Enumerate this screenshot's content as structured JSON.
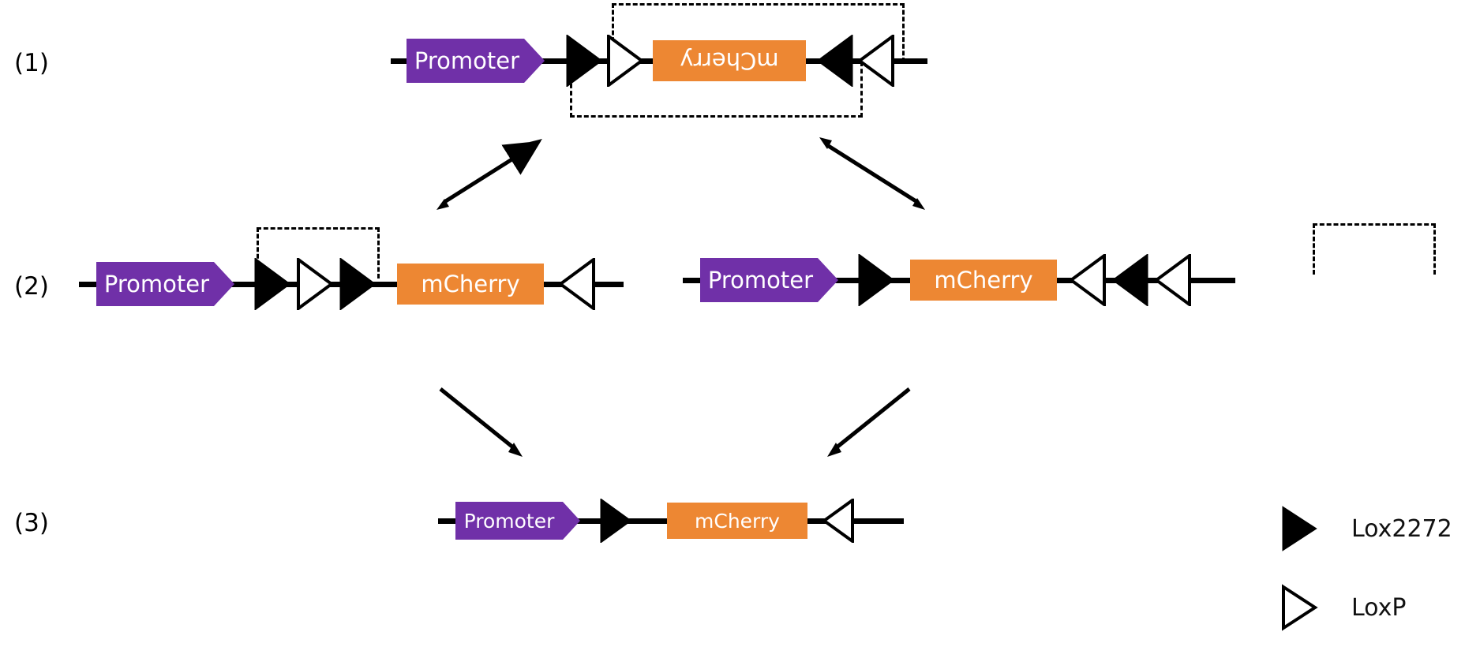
{
  "figure": {
    "type": "diagram",
    "subject": "Cre-Lox FLEx switch recombination scheme",
    "background_color": "#ffffff",
    "colors": {
      "promoter": "#7030A8",
      "gene": "#ED8733",
      "lox2272": "#000000",
      "loxp": "#ffffff",
      "line": "#000000",
      "text_on_block": "#ffffff",
      "text": "#111111"
    }
  },
  "rows": [
    {
      "id": "row1",
      "label": "(1)"
    },
    {
      "id": "row2",
      "label": "(2)"
    },
    {
      "id": "row3",
      "label": "(3)"
    }
  ],
  "constructs": {
    "row1": {
      "label": "(1)",
      "promoter_label": "Promoter",
      "gene_label": "mCherry",
      "gene_orientation": "inverted",
      "sites": [
        "Lox2272",
        "LoxP",
        "Lox2272",
        "LoxP"
      ],
      "site_orientations": [
        "right",
        "right",
        "left",
        "left"
      ],
      "bracket": "excision-region"
    },
    "row2_left": {
      "label": "(2)",
      "promoter_label": "Promoter",
      "gene_label": "mCherry",
      "gene_orientation": "forward",
      "sites": [
        "Lox2272",
        "LoxP",
        "Lox2272",
        "LoxP"
      ],
      "site_orientations": [
        "right",
        "right",
        "right",
        "left"
      ],
      "bracket": "excision-region"
    },
    "row2_right": {
      "label": "(2)",
      "promoter_label": "Promoter",
      "gene_label": "mCherry",
      "gene_orientation": "forward",
      "sites": [
        "Lox2272",
        "LoxP",
        "Lox2272",
        "LoxP"
      ],
      "site_orientations": [
        "right",
        "left",
        "left",
        "left"
      ],
      "bracket": "excision-region"
    },
    "row3": {
      "label": "(3)",
      "promoter_label": "Promoter",
      "gene_label": "mCherry",
      "gene_orientation": "forward",
      "sites": [
        "Lox2272",
        "LoxP"
      ],
      "site_orientations": [
        "right",
        "left"
      ]
    }
  },
  "arrows": [
    {
      "name": "row1-to-row2-left",
      "style": "double-headed",
      "direction": "diagonal-up-right"
    },
    {
      "name": "row1-to-row2-right",
      "style": "double-headed",
      "direction": "diagonal-up-left"
    },
    {
      "name": "row2-left-to-row3",
      "style": "single-headed",
      "direction": "down-right"
    },
    {
      "name": "row2-right-to-row3",
      "style": "single-headed",
      "direction": "down-left"
    }
  ],
  "legend": {
    "items": [
      {
        "symbol": "filled-triangle",
        "fill": "#000000",
        "label": "Lox2272"
      },
      {
        "symbol": "open-triangle",
        "fill": "#ffffff",
        "label": "LoxP"
      }
    ]
  }
}
